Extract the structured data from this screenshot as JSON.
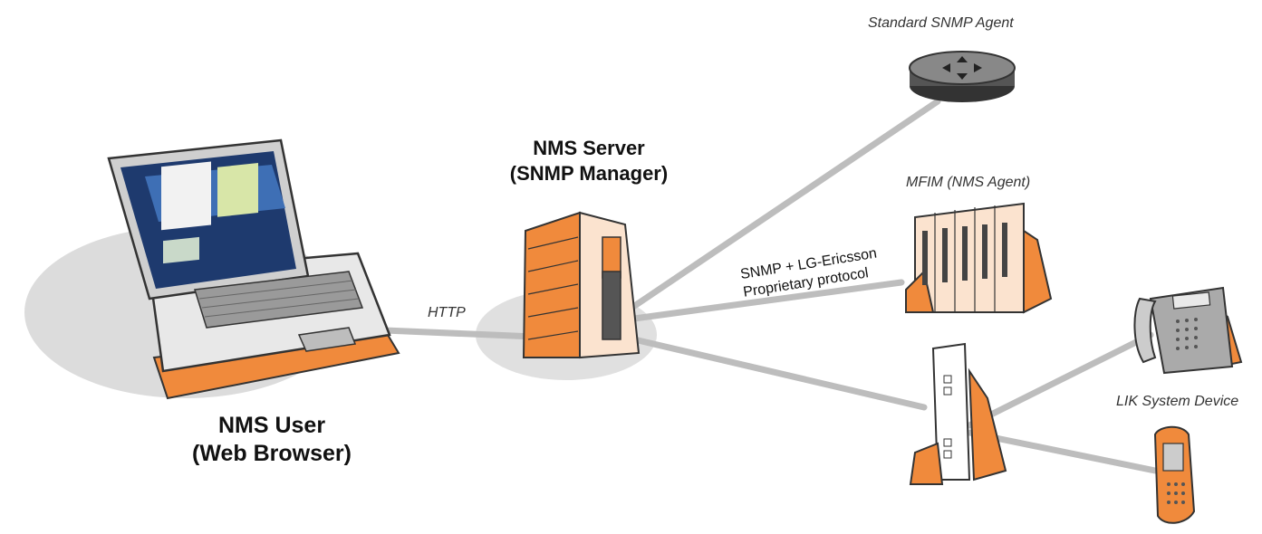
{
  "nodes": {
    "nms_user": {
      "line1": "NMS User",
      "line2": "(Web Browser)"
    },
    "nms_server": {
      "line1": "NMS Server",
      "line2": "(SNMP Manager)"
    },
    "standard_agent": {
      "label": "Standard SNMP Agent"
    },
    "mfim": {
      "label": "MFIM (NMS Agent)"
    },
    "lik_device": {
      "label": "LIK System Device"
    }
  },
  "edges": {
    "http": {
      "label": "HTTP"
    },
    "snmp_proprietary": {
      "line1": "SNMP + LG-Ericsson",
      "line2": "Proprietary protocol"
    }
  },
  "colors": {
    "orange": "#F08A3C",
    "orange_light": "#F9C9A0",
    "link_gray": "#BDBDBD",
    "shadow_gray": "#DCDCDC",
    "outline": "#333333"
  },
  "icons": [
    "laptop-icon",
    "server-tower-icon",
    "router-icon",
    "cabinet-icon",
    "gateway-icon",
    "desk-phone-icon",
    "mobile-phone-icon"
  ]
}
